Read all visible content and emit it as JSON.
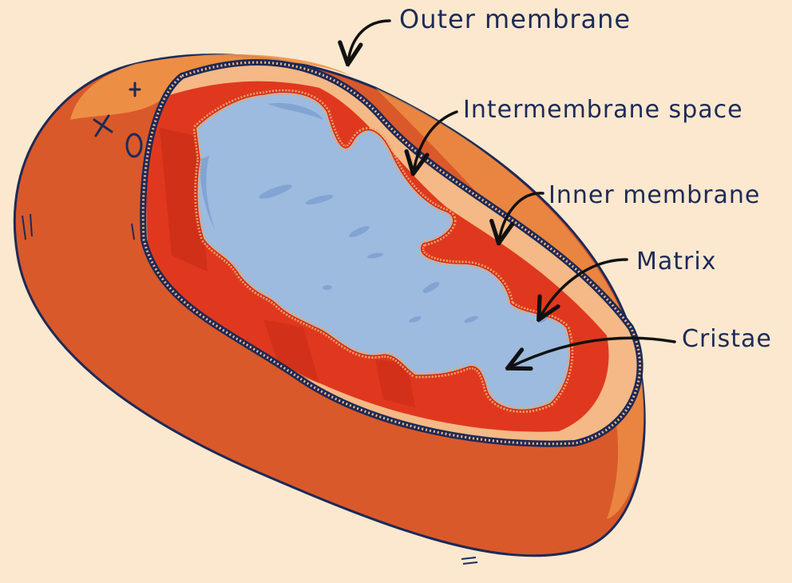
{
  "colors": {
    "background": "#fbe8cf",
    "outer_body": "#d9592a",
    "outer_highlight": "#ee9448",
    "intermembrane_space": "#f4b986",
    "cristae_wall": "#e0381e",
    "membrane_stripe": "#f0a36a",
    "matrix": "#9dbbdf",
    "matrix_shadow": "#7a9fd0",
    "outline": "#1d2a57"
  },
  "labels": {
    "outer_membrane": "Outer membrane",
    "intermembrane_space": "Intermembrane space",
    "inner_membrane": "Inner membrane",
    "matrix": "Matrix",
    "cristae": "Cristae"
  },
  "icons": {
    "pointer": "curved-arrow-icon"
  }
}
